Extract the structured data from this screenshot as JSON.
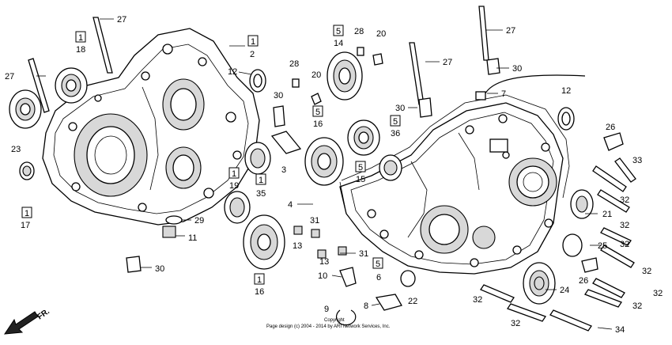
{
  "labels": {
    "l27a": "27",
    "l1a": "1",
    "l18": "18",
    "l2": "2",
    "l27b": "27",
    "l23": "23",
    "l17": "17",
    "l1b": "1",
    "l12a": "12",
    "l28a": "28",
    "l20a": "20",
    "l30a": "30",
    "l29": "29",
    "l11": "11",
    "l30b": "30",
    "l5a": "5",
    "l14": "14",
    "l28b": "28",
    "l20b": "20",
    "l27c": "27",
    "l30c": "30",
    "l7": "7",
    "l27d": "27",
    "l12b": "12",
    "l16a": "16",
    "l5b": "5",
    "l36": "36",
    "l5c": "5",
    "l3": "3",
    "l1c": "1",
    "l19": "19",
    "l1d": "1",
    "l35": "35",
    "l5d": "5",
    "l15": "15",
    "l4": "4",
    "l31a": "31",
    "l13a": "13",
    "l13b": "13",
    "l31b": "31",
    "l5e": "5",
    "l6": "6",
    "l10": "10",
    "l1e": "1",
    "l16b": "16",
    "l22": "22",
    "l9": "9",
    "l8": "8",
    "l26a": "26",
    "l33": "33",
    "l32a": "32",
    "l21": "21",
    "l32b": "32",
    "l25": "25",
    "l32c": "32",
    "l26b": "26",
    "l32d": "32",
    "l24": "24",
    "l32e": "32",
    "l32f": "32",
    "l32g": "32",
    "l34": "34"
  },
  "direction_label": "FR.",
  "footer": {
    "copyright": "Copyright",
    "line": "Page design (c) 2004 - 2014 by ARI Network Services, Inc."
  }
}
